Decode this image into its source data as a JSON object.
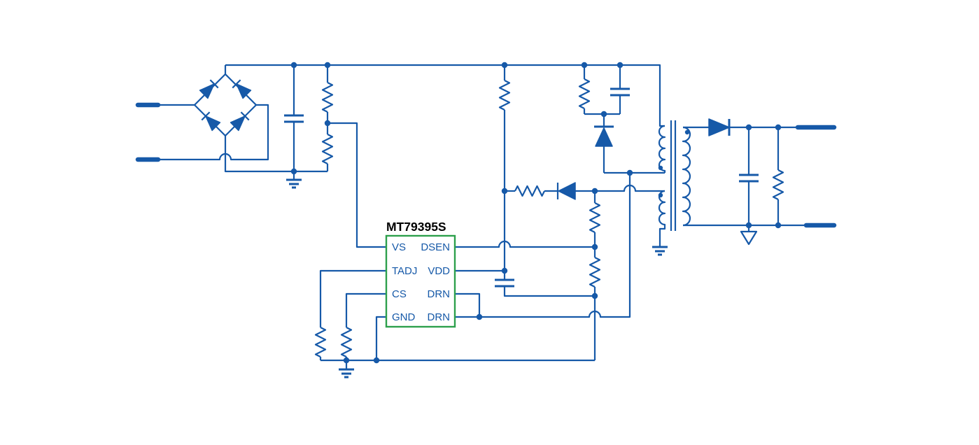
{
  "schematic": {
    "ic": {
      "title": "MT79395S",
      "pins_left": [
        "VS",
        "TADJ",
        "CS",
        "GND"
      ],
      "pins_right": [
        "DSEN",
        "VDD",
        "DRN",
        "DRN"
      ]
    },
    "colors": {
      "wire": "#1659a8",
      "ic_border": "#2da04c",
      "ic_title": "#000000",
      "background": "#ffffff"
    }
  }
}
